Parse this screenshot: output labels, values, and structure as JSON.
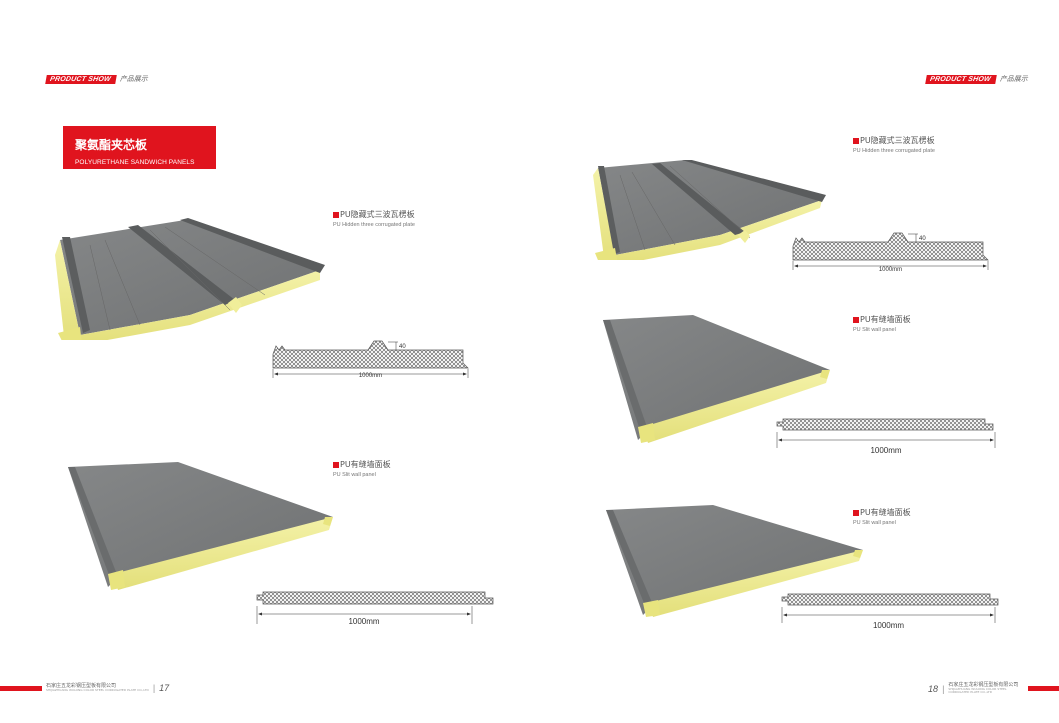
{
  "pages": {
    "left": {
      "header": {
        "tag_en": "PRODUCT SHOW",
        "tag_cn": "产品展示"
      },
      "title": {
        "cn": "聚氨酯夹芯板",
        "en": "POLYURETHANE SANDWICH PANELS"
      },
      "products": [
        {
          "name_cn": "PU隐藏式三波瓦楞板",
          "name_en": "PU Hidden three corrugated plate",
          "dimension": "1000mm",
          "rib_height": "40"
        },
        {
          "name_cn": "PU有缝墙面板",
          "name_en": "PU Slit wall panel",
          "dimension": "1000mm"
        }
      ],
      "footer": {
        "company_cn": "石家庄五龙彩钢压型板有限公司",
        "company_en": "SHIJIAZHUANG WULONG COLOR STEEL CORRUGATED PLATE CO.,LTD",
        "page_number": "17"
      }
    },
    "right": {
      "header": {
        "tag_en": "PRODUCT SHOW",
        "tag_cn": "产品展示"
      },
      "products": [
        {
          "name_cn": "PU隐藏式三波瓦楞板",
          "name_en": "PU Hidden three corrugated plate",
          "dimension": "1000mm",
          "rib_height": "40"
        },
        {
          "name_cn": "PU有缝墙面板",
          "name_en": "PU Slit wall panel",
          "dimension": "1000mm"
        },
        {
          "name_cn": "PU有缝墙面板",
          "name_en": "PU Slit wall panel",
          "dimension": "1000mm"
        }
      ],
      "footer": {
        "company_cn": "石家庄五龙彩钢压型板有限公司",
        "company_en": "SHIJIAZHUANG WULONG COLOR STEEL CORRUGATED PLATE CO.,LTD",
        "page_number": "18"
      }
    }
  },
  "colors": {
    "brand_red": "#e0141e",
    "panel_gray": "#7d7f80",
    "foam_yellow": "#f0ee9a"
  }
}
